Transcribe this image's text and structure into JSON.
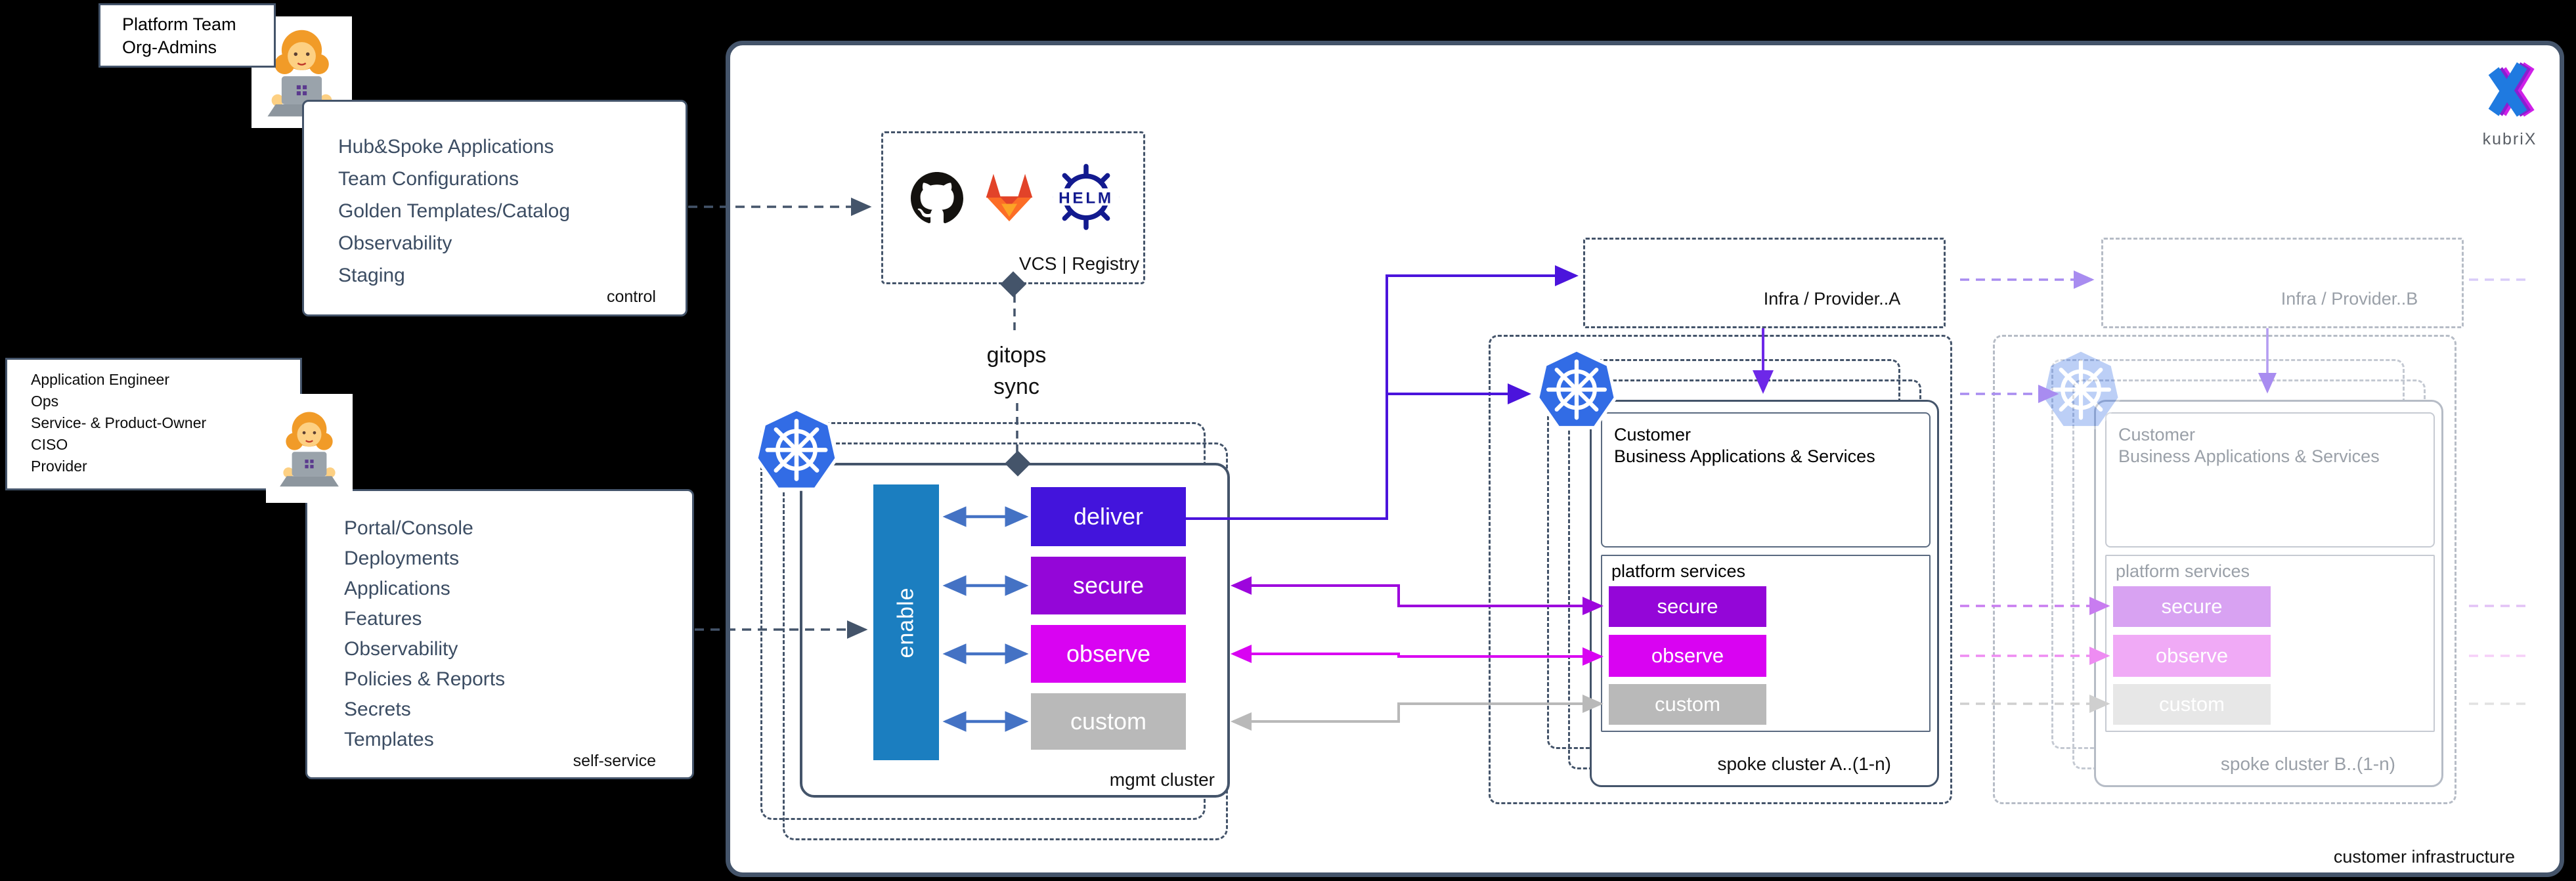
{
  "branding": {
    "logo_text": "kubriX"
  },
  "personas": {
    "platform_team": {
      "lines": [
        "Platform Team",
        "Org-Admins"
      ]
    },
    "app_team": {
      "lines": [
        "Application Engineer",
        "Ops",
        "Service- & Product-Owner",
        "CISO",
        "Provider"
      ]
    }
  },
  "control_panel": {
    "items": [
      "Hub&Spoke Applications",
      "Team Configurations",
      "Golden Templates/Catalog",
      "Observability",
      "Staging"
    ],
    "label": "control"
  },
  "self_service_panel": {
    "items": [
      "Portal/Console",
      "Deployments",
      "Applications",
      "Features",
      "Observability",
      "Policies & Reports",
      "Secrets",
      "Templates"
    ],
    "label": "self-service"
  },
  "vcs_box": {
    "label": "VCS | Registry",
    "helm_text": "HELM",
    "icons": [
      "github-icon",
      "gitlab-icon",
      "helm-icon"
    ]
  },
  "gitops_label": {
    "line1": "gitops",
    "line2": "sync"
  },
  "mgmt_cluster": {
    "enable_label": "enable",
    "capabilities": [
      "deliver",
      "secure",
      "observe",
      "custom"
    ],
    "label": "mgmt cluster"
  },
  "infra_a": {
    "label": "Infra / Provider..A"
  },
  "infra_b": {
    "label": "Infra / Provider..B"
  },
  "spoke_a": {
    "customer_line1": "Customer",
    "customer_line2": "Business Applications & Services",
    "platform_label": "platform services",
    "services": [
      "secure",
      "observe",
      "custom"
    ],
    "label": "spoke cluster A..(1-n)"
  },
  "spoke_b": {
    "customer_line1": "Customer",
    "customer_line2": "Business Applications & Services",
    "platform_label": "platform services",
    "services": [
      "secure",
      "observe",
      "custom"
    ],
    "label": "spoke cluster B..(1-n)"
  },
  "customer_infrastructure_label": "customer infrastructure",
  "colors": {
    "background": "#000000",
    "frame_slate": "#44546a",
    "arrow_blue": "#4472c4",
    "enable_blue": "#1b7ec0",
    "deliver": "#4314dc",
    "secure": "#9406d8",
    "observe": "#d903f2",
    "custom": "#b9b9b9",
    "kubernetes_blue": "#326ce5",
    "helm_navy": "#121a8f",
    "gitlab_orange": "#e24329",
    "faded_purple": "#9b7af0"
  }
}
